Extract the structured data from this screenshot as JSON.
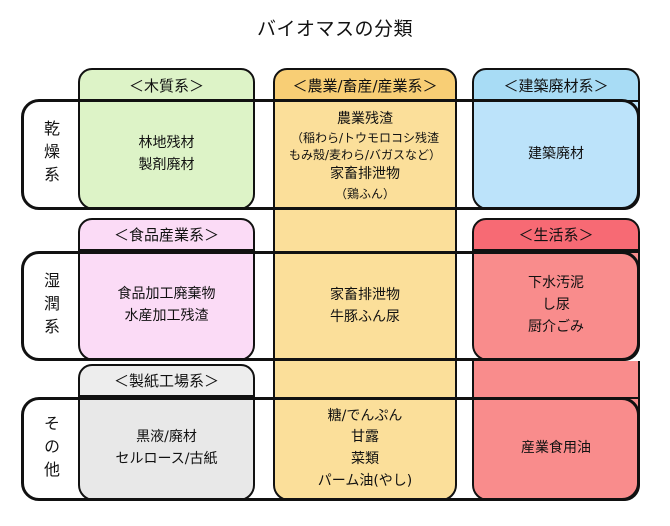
{
  "title": "バイオマスの分類",
  "rows": [
    {
      "id": "dry",
      "label": "乾燥系"
    },
    {
      "id": "wet",
      "label": "湿潤系"
    },
    {
      "id": "other",
      "label": "その他"
    }
  ],
  "columns": [
    {
      "id": "col1",
      "name": "left-column"
    },
    {
      "id": "col2",
      "name": "center-column"
    },
    {
      "id": "col3",
      "name": "right-column"
    }
  ],
  "categories": [
    {
      "id": "wood",
      "header": "＜木質系＞",
      "header_color": "#DDF3C7",
      "body_color": "#DDF3C7",
      "items": [
        "林地残材",
        "製剤廃材"
      ]
    },
    {
      "id": "agriculture",
      "header": "＜農業/畜産/産業系＞",
      "header_color": "#F8CE75",
      "body_color": "#FBDF9A",
      "items": [
        "農業残渣",
        "（稲わら/トウモロコシ残渣",
        "もみ殻/麦わら/バガスなど）",
        "家畜排泄物",
        "（鶏ふん）"
      ]
    },
    {
      "id": "construction",
      "header": "＜建築廃材系＞",
      "header_color": "#A8DCF5",
      "body_color": "#BCE3FA",
      "items": [
        "建築廃材"
      ]
    },
    {
      "id": "food-industry",
      "header": "＜食品産業系＞",
      "header_color": "#FBDBF6",
      "body_color": "#FBDBF6",
      "items": [
        "食品加工廃棄物",
        "水産加工残渣"
      ]
    },
    {
      "id": "livestock-wet",
      "header": "",
      "header_color": "#FBDF9A",
      "body_color": "#FBDF9A",
      "items": [
        "家畜排泄物",
        "牛豚ふん尿"
      ]
    },
    {
      "id": "daily-life",
      "header": "＜生活系＞",
      "header_color": "#F76A74",
      "body_color": "#F98C8C",
      "items": [
        "下水汚泥",
        "し尿",
        "厨介ごみ"
      ]
    },
    {
      "id": "paper-mill",
      "header": "＜製紙工場系＞",
      "header_color": "#EDEDED",
      "body_color": "#E8E8E8",
      "items": [
        "黒液/廃材",
        "セルロース/古紙"
      ]
    },
    {
      "id": "sugar-starch",
      "header": "",
      "header_color": "#FBDF9A",
      "body_color": "#FBDF9A",
      "items": [
        "糖/でんぷん",
        "甘露",
        "菜類",
        "パーム油(やし)"
      ]
    },
    {
      "id": "industrial-edible-oil",
      "header": "",
      "header_color": "#F98C8C",
      "body_color": "#F98C8C",
      "items": [
        "産業食用油"
      ]
    }
  ],
  "cells": {
    "dry_col1": {
      "lines": [
        "林地残材",
        "製剤廃材"
      ]
    },
    "dry_col2": {
      "line1": "農業残渣",
      "line2": "（稲わら/トウモロコシ残渣",
      "line3": "もみ殻/麦わら/バガスなど）",
      "line4": "家畜排泄物",
      "line5": "（鶏ふん）"
    },
    "dry_col3": {
      "lines": [
        "建築廃材"
      ]
    },
    "wet_col1": {
      "lines": [
        "食品加工廃棄物",
        "水産加工残渣"
      ]
    },
    "wet_col2": {
      "lines": [
        "家畜排泄物",
        "牛豚ふん尿"
      ]
    },
    "wet_col3": {
      "lines": [
        "下水汚泥",
        "し尿",
        "厨介ごみ"
      ]
    },
    "other_col1": {
      "lines": [
        "黒液/廃材",
        "セルロース/古紙"
      ]
    },
    "other_col2": {
      "lines": [
        "糖/でんぷん",
        "甘露",
        "菜類",
        "パーム油(やし)"
      ]
    },
    "other_col3": {
      "lines": [
        "産業食用油"
      ]
    }
  },
  "palette": {
    "outline": "#111111",
    "green": "#DDF3C7",
    "orange_header": "#F8CE75",
    "orange_body": "#FBDF9A",
    "blue_header": "#A8DCF5",
    "blue_body": "#BCE3FA",
    "pink": "#FBDBF6",
    "red_header": "#F76A74",
    "red_body": "#F98C8C",
    "gray_header": "#EDEDED",
    "gray_body": "#E8E8E8",
    "background": "#FFFFFF"
  }
}
